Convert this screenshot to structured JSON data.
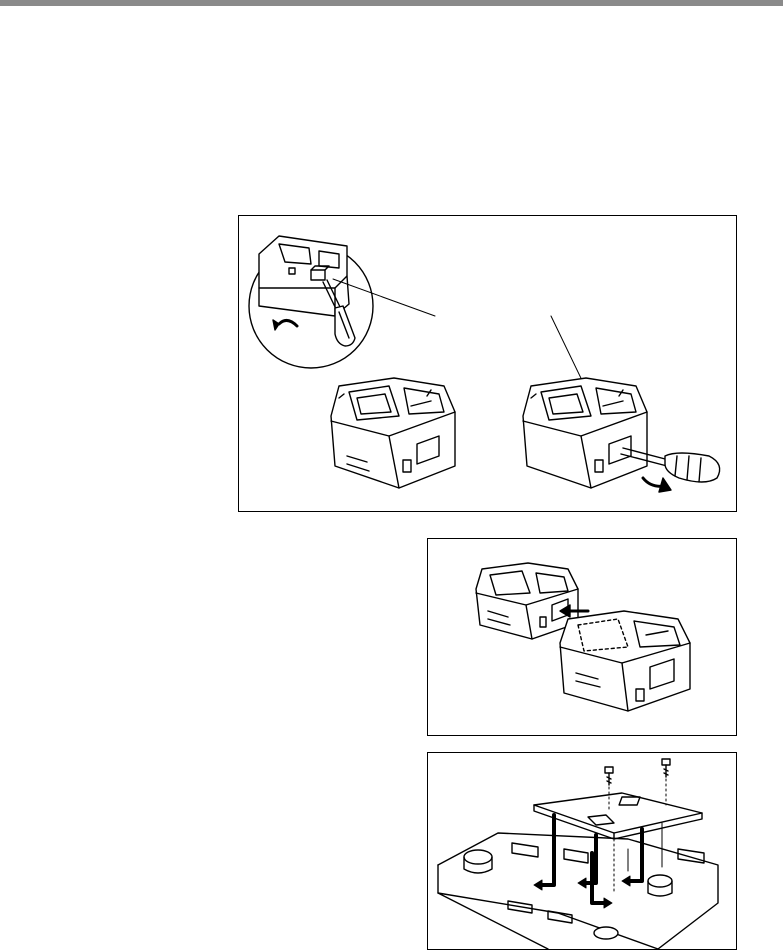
{
  "page": {
    "header_bar_color": "#8a8a8a"
  },
  "figures": [
    {
      "id": "fig1",
      "icon": "battery-adaptor-screwdriver-illustration"
    },
    {
      "id": "fig2",
      "icon": "adaptor-joining-illustration"
    },
    {
      "id": "fig3",
      "icon": "mounting-plate-screws-illustration"
    }
  ]
}
